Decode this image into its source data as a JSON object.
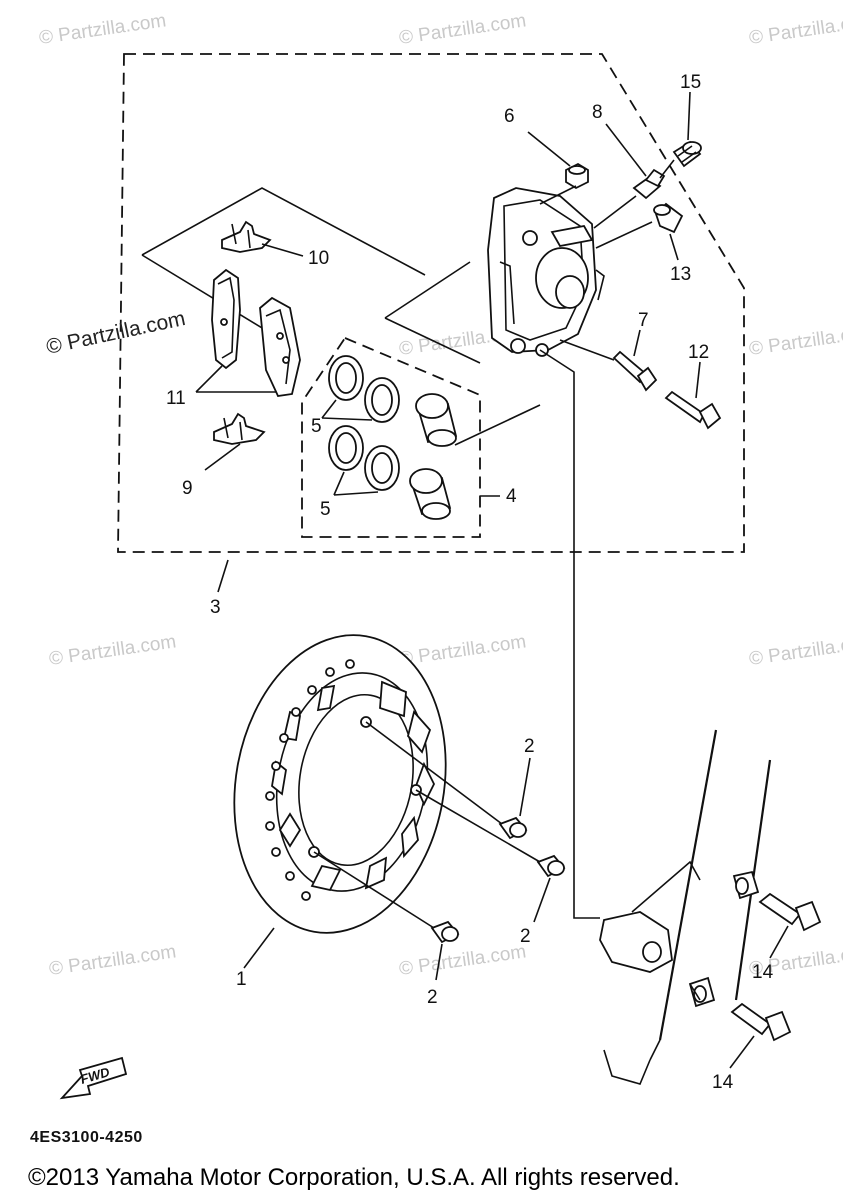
{
  "watermark": "© Partzilla.com",
  "side_watermark": "© Partzilla.com",
  "diagram_code": "4ES3100-4250",
  "copyright": "©2013 Yamaha Motor Corporation, U.S.A. All rights reserved.",
  "fwd_label": "FWD",
  "callouts": {
    "c1": "1",
    "c2a": "2",
    "c2b": "2",
    "c2c": "2",
    "c3": "3",
    "c4": "4",
    "c5a": "5",
    "c5b": "5",
    "c6": "6",
    "c7": "7",
    "c8": "8",
    "c9": "9",
    "c10": "10",
    "c11": "11",
    "c12": "12",
    "c13": "13",
    "c14a": "14",
    "c14b": "14",
    "c15": "15"
  },
  "icons": {
    "fwd": "fwd-arrow-icon"
  },
  "colors": {
    "ink": "#111111",
    "watermark": "#c9c9c9",
    "background": "#ffffff"
  }
}
